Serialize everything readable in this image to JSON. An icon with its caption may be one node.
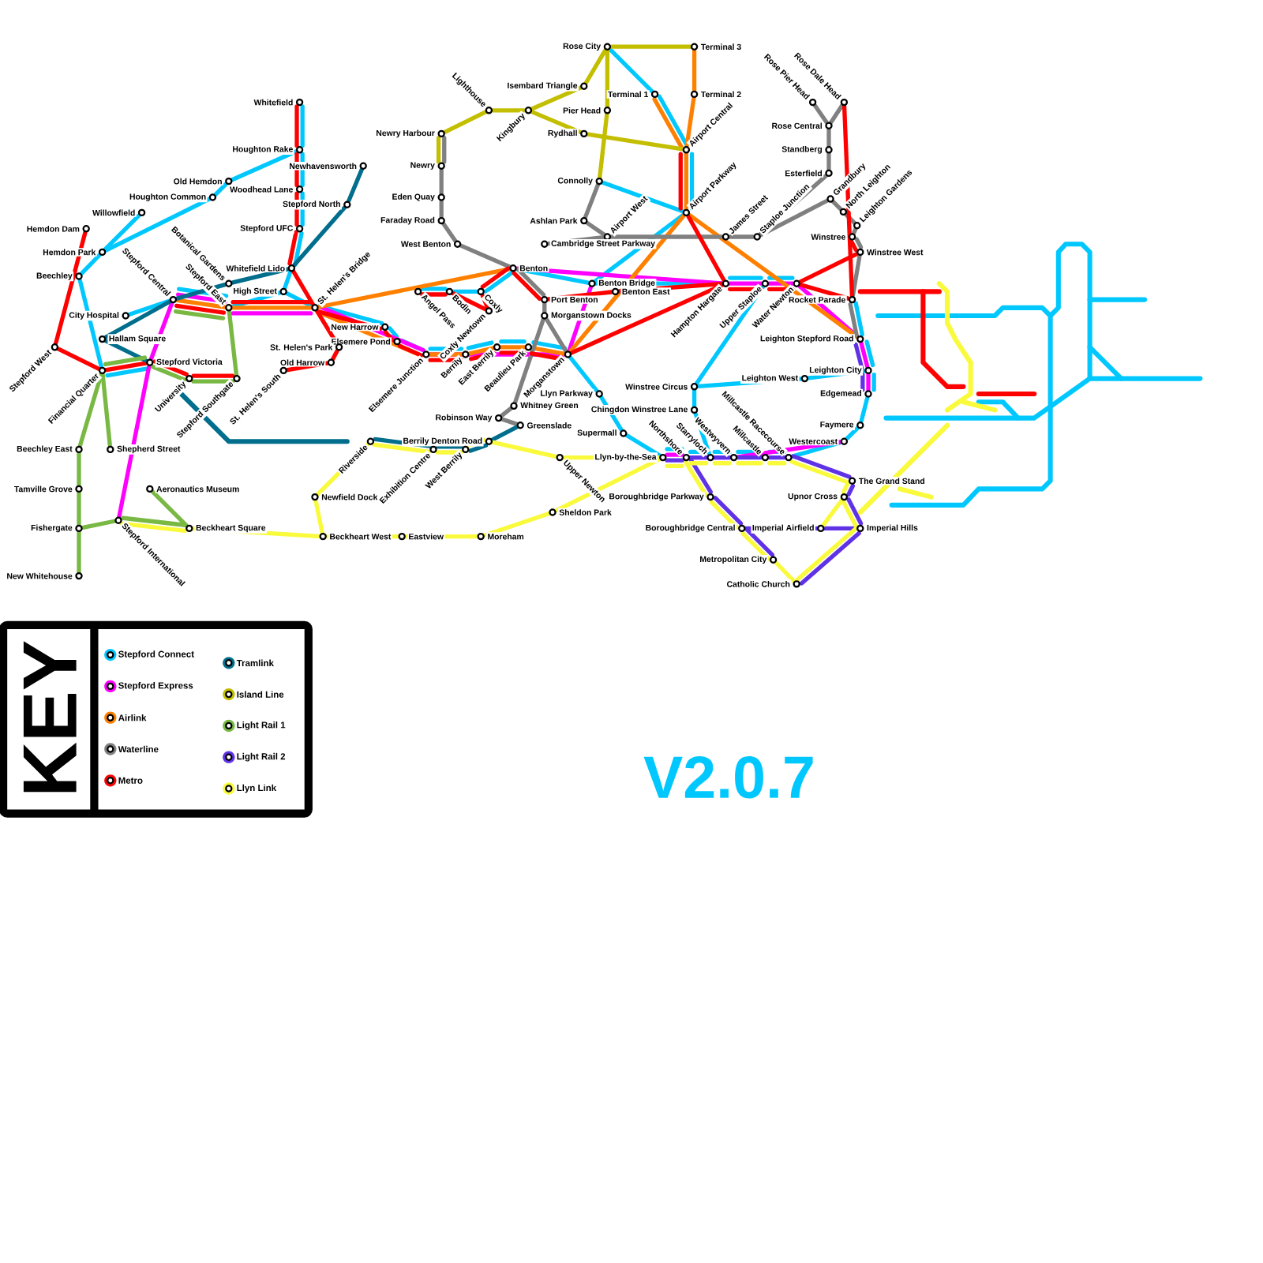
{
  "diagram": {
    "nodes": [
      {
        "text": [
          "Whitefield"
        ]
      },
      {
        "text": [
          "Houghton Rake"
        ]
      },
      {
        "text": [
          "Newhavensworth"
        ]
      },
      {
        "text": [
          "Old Hemdon"
        ]
      },
      {
        "text": [
          "Woodhead Lane"
        ]
      },
      {
        "text": [
          "Houghton Common"
        ]
      },
      {
        "text": [
          "Stepford North"
        ]
      },
      {
        "text": [
          "Willowfield"
        ]
      },
      {
        "text": [
          "Hemdon Dam"
        ]
      },
      {
        "text": [
          "Stepford UFC"
        ]
      },
      {
        "text": [
          "Hemdon Park"
        ]
      },
      {
        "text": [
          "Whitefield Lido"
        ]
      },
      {
        "text": [
          "Beechley"
        ]
      },
      {
        "text": [
          "Botanical Gardens"
        ]
      },
      {
        "text": [
          "High Street"
        ]
      },
      {
        "text": [
          "St. Helen's Bridge"
        ]
      },
      {
        "text": [
          "Stepford Central"
        ]
      },
      {
        "text": [
          "Stepford East"
        ]
      },
      {
        "text": [
          "City Hospital"
        ]
      },
      {
        "text": [
          "Hallam Square"
        ]
      },
      {
        "text": [
          "New Harrow"
        ]
      },
      {
        "text": [
          "Elsemere Pond"
        ]
      },
      {
        "text": [
          "St. Helen's Park"
        ]
      },
      {
        "text": [
          "Stepford Victoria"
        ]
      },
      {
        "text": [
          "Old Harrow"
        ]
      },
      {
        "text": [
          "Stepford West"
        ]
      },
      {
        "text": [
          "Financial Quarter"
        ]
      },
      {
        "text": [
          "University"
        ]
      },
      {
        "text": [
          "Stepford Southgate"
        ]
      },
      {
        "text": [
          "St. Helen's South"
        ]
      },
      {
        "text": [
          "Beechley East"
        ]
      },
      {
        "text": [
          "Shepherd Street"
        ]
      },
      {
        "text": [
          "Tamville Grove"
        ]
      },
      {
        "text": [
          "Aeronautics Museum"
        ]
      },
      {
        "text": [
          "Fishergate"
        ]
      },
      {
        "text": [
          "Stepford International"
        ]
      },
      {
        "text": [
          "Beckheart Square"
        ]
      },
      {
        "text": [
          "New Whitehouse"
        ]
      },
      {
        "text": [
          "Newfield Dock"
        ]
      },
      {
        "text": [
          "Riverside"
        ]
      },
      {
        "text": [
          "Beckheart West"
        ]
      },
      {
        "text": [
          "Eastview"
        ]
      },
      {
        "text": [
          "Moreham"
        ]
      },
      {
        "text": [
          "Newry Harbour"
        ]
      },
      {
        "text": [
          "Newry"
        ]
      },
      {
        "text": [
          "Eden Quay"
        ]
      },
      {
        "text": [
          "Faraday Road"
        ]
      },
      {
        "text": [
          "West Benton"
        ]
      },
      {
        "text": [
          "Lighthouse"
        ]
      },
      {
        "text": [
          "Kingbury"
        ]
      },
      {
        "text": [
          "Isembard Triangle"
        ]
      },
      {
        "text": [
          "Rose City"
        ]
      },
      {
        "text": [
          "Pier Head"
        ]
      },
      {
        "text": [
          "Rydhall"
        ]
      },
      {
        "text": [
          "Connolly"
        ]
      },
      {
        "text": [
          "Terminal 1"
        ]
      },
      {
        "text": [
          "Terminal 3"
        ]
      },
      {
        "text": [
          "Terminal 2"
        ]
      },
      {
        "text": [
          "Airport Central"
        ]
      },
      {
        "text": [
          "Airport Parkway"
        ]
      },
      {
        "text": [
          "Ashlan Park"
        ]
      },
      {
        "text": [
          "Airport West"
        ]
      },
      {
        "text": [
          "Cambridge Street Parkway"
        ]
      },
      {
        "text": [
          "James Street"
        ]
      },
      {
        "text": [
          "Benton"
        ]
      },
      {
        "text": [
          "Angel Pass"
        ]
      },
      {
        "text": [
          "Bodin"
        ]
      },
      {
        "text": [
          "Coxly"
        ]
      },
      {
        "text": [
          "Coxly Newtown"
        ]
      },
      {
        "text": [
          "Port Benton"
        ]
      },
      {
        "text": [
          "Benton Bridge"
        ]
      },
      {
        "text": [
          "Benton East"
        ]
      },
      {
        "text": [
          "Morganstown Docks"
        ]
      },
      {
        "text": [
          "Elsemere Junction"
        ]
      },
      {
        "text": [
          "Berrily"
        ]
      },
      {
        "text": [
          "East Berrily"
        ]
      },
      {
        "text": [
          "Beaulieu Park"
        ]
      },
      {
        "text": [
          "Morganstown"
        ]
      },
      {
        "text": [
          "Hampton Hargate"
        ]
      },
      {
        "text": [
          "Upper Staploe"
        ]
      },
      {
        "text": [
          "Water Newton"
        ]
      },
      {
        "text": [
          "Staploe Junction"
        ]
      },
      {
        "text": [
          "Rose Pier Head"
        ]
      },
      {
        "text": [
          "Rose Dale Head"
        ]
      },
      {
        "text": [
          "Rose Central"
        ]
      },
      {
        "text": [
          "Standberg"
        ]
      },
      {
        "text": [
          "Esterfield"
        ]
      },
      {
        "text": [
          "Grandbury"
        ]
      },
      {
        "text": [
          "North Leighton"
        ]
      },
      {
        "text": [
          "Leighton Gardens"
        ]
      },
      {
        "text": [
          "Winstree"
        ]
      },
      {
        "text": [
          "Winstree West"
        ]
      },
      {
        "text": [
          "Rocket Parade"
        ]
      },
      {
        "text": [
          "Leighton Stepford Road"
        ]
      },
      {
        "text": [
          "Leighton City"
        ]
      },
      {
        "text": [
          "Edgemead"
        ]
      },
      {
        "text": [
          "Faymere"
        ]
      },
      {
        "text": [
          "Westercoast"
        ]
      },
      {
        "text": [
          "Leighton West"
        ]
      },
      {
        "text": [
          "Winstree Circus"
        ]
      },
      {
        "text": [
          "Chingdon Winstree Lane"
        ]
      },
      {
        "text": [
          "Llyn Parkway"
        ]
      },
      {
        "text": [
          "Whitney Green"
        ]
      },
      {
        "text": [
          "Robinson Way"
        ]
      },
      {
        "text": [
          "Greenslade"
        ]
      },
      {
        "text": [
          "Berrily Denton Road"
        ]
      },
      {
        "text": [
          "Exhibition Centre"
        ]
      },
      {
        "text": [
          "West Berrily"
        ]
      },
      {
        "text": [
          "Supermall"
        ]
      },
      {
        "text": [
          "Upper Newton"
        ]
      },
      {
        "text": [
          "Sheldon Park"
        ]
      },
      {
        "text": [
          "Llyn-by-the-Sea"
        ]
      },
      {
        "text": [
          "Northshore"
        ]
      },
      {
        "text": [
          "Starryloch"
        ]
      },
      {
        "text": [
          "Westwyvern"
        ]
      },
      {
        "text": [
          "Millcastle"
        ]
      },
      {
        "text": [
          "Millcastle Racecourse"
        ]
      },
      {
        "text": [
          "The Grand Stand"
        ]
      },
      {
        "text": [
          "Upnor Cross"
        ]
      },
      {
        "text": [
          "Boroughbridge Parkway"
        ]
      },
      {
        "text": [
          "Boroughbridge Central"
        ]
      },
      {
        "text": [
          "Imperial Airfield"
        ]
      },
      {
        "text": [
          "Imperial Hills"
        ]
      },
      {
        "text": [
          "Metropolitan City"
        ]
      },
      {
        "text": [
          "Catholic Church"
        ]
      }
    ],
    "edges": [
      {
        "from": 0,
        "to": 1,
        "arrow": "none",
        "color": "#00c8ff"
      },
      {
        "from": 1,
        "to": 4,
        "arrow": "none",
        "color": "#00c8ff"
      },
      {
        "from": 4,
        "to": 9,
        "arrow": "none",
        "color": "#00c8ff"
      },
      {
        "from": 9,
        "to": 11,
        "arrow": "none",
        "color": "#00c8ff"
      },
      {
        "from": 11,
        "to": 14,
        "arrow": "none",
        "color": "#00c8ff"
      },
      {
        "from": 14,
        "to": 17,
        "arrow": "none",
        "color": "#00c8ff"
      },
      {
        "from": 17,
        "to": 16,
        "arrow": "none",
        "color": "#00c8ff"
      },
      {
        "from": 16,
        "to": 18,
        "arrow": "none",
        "color": "#00c8ff"
      },
      {
        "from": 1,
        "to": 3,
        "arrow": "none",
        "color": "#00c8ff"
      },
      {
        "from": 3,
        "to": 5,
        "arrow": "none",
        "color": "#00c8ff"
      },
      {
        "from": 5,
        "to": 10,
        "arrow": "none",
        "color": "#00c8ff"
      },
      {
        "from": 10,
        "to": 12,
        "arrow": "none",
        "color": "#00c8ff"
      },
      {
        "from": 12,
        "to": 26,
        "arrow": "none",
        "color": "#00c8ff"
      },
      {
        "from": 26,
        "to": 23,
        "arrow": "none",
        "color": "#00c8ff"
      },
      {
        "from": 7,
        "to": 10,
        "arrow": "none",
        "color": "#00c8ff"
      },
      {
        "from": 14,
        "to": 15,
        "arrow": "none",
        "color": "#00c8ff"
      },
      {
        "from": 15,
        "to": 20,
        "arrow": "none",
        "color": "#00c8ff"
      },
      {
        "from": 20,
        "to": 21,
        "arrow": "none",
        "color": "#00c8ff"
      },
      {
        "from": 21,
        "to": 73,
        "arrow": "none",
        "color": "#00c8ff"
      },
      {
        "from": 73,
        "to": 74,
        "arrow": "none",
        "color": "#00c8ff"
      },
      {
        "from": 74,
        "to": 75,
        "arrow": "none",
        "color": "#00c8ff"
      },
      {
        "from": 75,
        "to": 76,
        "arrow": "none",
        "color": "#00c8ff"
      },
      {
        "from": 76,
        "to": 77,
        "arrow": "none",
        "color": "#00c8ff"
      },
      {
        "from": 77,
        "to": 101,
        "arrow": "none",
        "color": "#00c8ff"
      },
      {
        "from": 101,
        "to": 108,
        "arrow": "none",
        "color": "#00c8ff"
      },
      {
        "from": 108,
        "to": 111,
        "arrow": "none",
        "color": "#00c8ff"
      },
      {
        "from": 111,
        "to": 112,
        "arrow": "none",
        "color": "#00c8ff"
      },
      {
        "from": 112,
        "to": 113,
        "arrow": "none",
        "color": "#00c8ff"
      },
      {
        "from": 113,
        "to": 114,
        "arrow": "none",
        "color": "#00c8ff"
      },
      {
        "from": 114,
        "to": 115,
        "arrow": "none",
        "color": "#00c8ff"
      },
      {
        "from": 115,
        "to": 116,
        "arrow": "none",
        "color": "#00c8ff"
      },
      {
        "from": 116,
        "to": 97,
        "arrow": "none",
        "color": "#00c8ff"
      },
      {
        "from": 97,
        "to": 96,
        "arrow": "none",
        "color": "#00c8ff"
      },
      {
        "from": 96,
        "to": 95,
        "arrow": "none",
        "color": "#00c8ff"
      },
      {
        "from": 95,
        "to": 94,
        "arrow": "none",
        "color": "#00c8ff"
      },
      {
        "from": 94,
        "to": 93,
        "arrow": "none",
        "color": "#00c8ff"
      },
      {
        "from": 93,
        "to": 92,
        "arrow": "none",
        "color": "#00c8ff"
      },
      {
        "from": 51,
        "to": 55,
        "arrow": "none",
        "color": "#00c8ff"
      },
      {
        "from": 55,
        "to": 58,
        "arrow": "none",
        "color": "#00c8ff"
      },
      {
        "from": 58,
        "to": 59,
        "arrow": "none",
        "color": "#00c8ff"
      },
      {
        "from": 54,
        "to": 59,
        "arrow": "none",
        "color": "#00c8ff"
      },
      {
        "from": 59,
        "to": 70,
        "arrow": "none",
        "color": "#00c8ff"
      },
      {
        "from": 65,
        "to": 66,
        "arrow": "none",
        "color": "#00c8ff"
      },
      {
        "from": 66,
        "to": 67,
        "arrow": "none",
        "color": "#00c8ff"
      },
      {
        "from": 67,
        "to": 64,
        "arrow": "none",
        "color": "#00c8ff"
      },
      {
        "from": 64,
        "to": 70,
        "arrow": "none",
        "color": "#00c8ff"
      },
      {
        "from": 70,
        "to": 78,
        "arrow": "none",
        "color": "#00c8ff"
      },
      {
        "from": 78,
        "to": 79,
        "arrow": "none",
        "color": "#00c8ff"
      },
      {
        "from": 79,
        "to": 80,
        "arrow": "none",
        "color": "#00c8ff"
      },
      {
        "from": 79,
        "to": 99,
        "arrow": "none",
        "color": "#00c8ff"
      },
      {
        "from": 99,
        "to": 98,
        "arrow": "none",
        "color": "#00c8ff"
      },
      {
        "from": 98,
        "to": 94,
        "arrow": "none",
        "color": "#00c8ff"
      },
      {
        "from": 99,
        "to": 100,
        "arrow": "none",
        "color": "#00c8ff"
      },
      {
        "from": 100,
        "to": 113,
        "arrow": "none",
        "color": "#00c8ff"
      },
      {
        "from": 35,
        "to": 23,
        "arrow": "none",
        "color": "#ff00ff"
      },
      {
        "from": 23,
        "to": 16,
        "arrow": "none",
        "color": "#ff00ff"
      },
      {
        "from": 16,
        "to": 17,
        "arrow": "none",
        "color": "#ff00ff"
      },
      {
        "from": 17,
        "to": 15,
        "arrow": "none",
        "color": "#ff00ff"
      },
      {
        "from": 15,
        "to": 73,
        "arrow": "none",
        "color": "#ff00ff"
      },
      {
        "from": 73,
        "to": 77,
        "arrow": "none",
        "color": "#ff00ff"
      },
      {
        "from": 77,
        "to": 70,
        "arrow": "none",
        "color": "#ff00ff"
      },
      {
        "from": 64,
        "to": 78,
        "arrow": "none",
        "color": "#ff00ff"
      },
      {
        "from": 78,
        "to": 79,
        "arrow": "none",
        "color": "#ff00ff"
      },
      {
        "from": 79,
        "to": 80,
        "arrow": "none",
        "color": "#ff00ff"
      },
      {
        "from": 80,
        "to": 93,
        "arrow": "none",
        "color": "#ff00ff"
      },
      {
        "from": 93,
        "to": 94,
        "arrow": "none",
        "color": "#ff00ff"
      },
      {
        "from": 94,
        "to": 95,
        "arrow": "none",
        "color": "#ff00ff"
      },
      {
        "from": 111,
        "to": 112,
        "arrow": "none",
        "color": "#ff00ff"
      },
      {
        "from": 112,
        "to": 114,
        "arrow": "none",
        "color": "#ff00ff"
      },
      {
        "from": 114,
        "to": 97,
        "arrow": "none",
        "color": "#ff00ff"
      },
      {
        "from": 56,
        "to": 57,
        "arrow": "none",
        "color": "#ff8000"
      },
      {
        "from": 57,
        "to": 58,
        "arrow": "none",
        "color": "#ff8000"
      },
      {
        "from": 55,
        "to": 58,
        "arrow": "none",
        "color": "#ff8000"
      },
      {
        "from": 58,
        "to": 59,
        "arrow": "none",
        "color": "#ff8000"
      },
      {
        "from": 59,
        "to": 77,
        "arrow": "none",
        "color": "#ff8000"
      },
      {
        "from": 77,
        "to": 76,
        "arrow": "none",
        "color": "#ff8000"
      },
      {
        "from": 76,
        "to": 75,
        "arrow": "none",
        "color": "#ff8000"
      },
      {
        "from": 75,
        "to": 74,
        "arrow": "none",
        "color": "#ff8000"
      },
      {
        "from": 74,
        "to": 73,
        "arrow": "none",
        "color": "#ff8000"
      },
      {
        "from": 73,
        "to": 15,
        "arrow": "none",
        "color": "#ff8000"
      },
      {
        "from": 15,
        "to": 17,
        "arrow": "none",
        "color": "#ff8000"
      },
      {
        "from": 17,
        "to": 16,
        "arrow": "none",
        "color": "#ff8000"
      },
      {
        "from": 15,
        "to": 64,
        "arrow": "none",
        "color": "#ff8000"
      },
      {
        "from": 59,
        "to": 93,
        "arrow": "none",
        "color": "#ff8000"
      },
      {
        "from": 43,
        "to": 44,
        "arrow": "none",
        "color": "#808080"
      },
      {
        "from": 44,
        "to": 45,
        "arrow": "none",
        "color": "#808080"
      },
      {
        "from": 45,
        "to": 46,
        "arrow": "none",
        "color": "#808080"
      },
      {
        "from": 46,
        "to": 47,
        "arrow": "none",
        "color": "#808080"
      },
      {
        "from": 47,
        "to": 64,
        "arrow": "none",
        "color": "#808080"
      },
      {
        "from": 64,
        "to": 69,
        "arrow": "none",
        "color": "#808080"
      },
      {
        "from": 69,
        "to": 72,
        "arrow": "none",
        "color": "#808080"
      },
      {
        "from": 72,
        "to": 77,
        "arrow": "none",
        "color": "#808080"
      },
      {
        "from": 72,
        "to": 102,
        "arrow": "none",
        "color": "#808080"
      },
      {
        "from": 102,
        "to": 103,
        "arrow": "none",
        "color": "#808080"
      },
      {
        "from": 103,
        "to": 104,
        "arrow": "none",
        "color": "#808080"
      },
      {
        "from": 62,
        "to": 61,
        "arrow": "none",
        "color": "#808080"
      },
      {
        "from": 54,
        "to": 60,
        "arrow": "none",
        "color": "#808080"
      },
      {
        "from": 60,
        "to": 61,
        "arrow": "none",
        "color": "#808080"
      },
      {
        "from": 61,
        "to": 63,
        "arrow": "none",
        "color": "#808080"
      },
      {
        "from": 63,
        "to": 81,
        "arrow": "none",
        "color": "#808080"
      },
      {
        "from": 81,
        "to": 86,
        "arrow": "none",
        "color": "#808080"
      },
      {
        "from": 86,
        "to": 85,
        "arrow": "none",
        "color": "#808080"
      },
      {
        "from": 85,
        "to": 84,
        "arrow": "none",
        "color": "#808080"
      },
      {
        "from": 84,
        "to": 82,
        "arrow": "none",
        "color": "#808080"
      },
      {
        "from": 84,
        "to": 83,
        "arrow": "none",
        "color": "#808080"
      },
      {
        "from": 81,
        "to": 87,
        "arrow": "none",
        "color": "#808080"
      },
      {
        "from": 87,
        "to": 88,
        "arrow": "none",
        "color": "#808080"
      },
      {
        "from": 88,
        "to": 89,
        "arrow": "none",
        "color": "#808080"
      },
      {
        "from": 89,
        "to": 90,
        "arrow": "none",
        "color": "#808080"
      },
      {
        "from": 90,
        "to": 91,
        "arrow": "none",
        "color": "#808080"
      },
      {
        "from": 91,
        "to": 92,
        "arrow": "none",
        "color": "#808080"
      },
      {
        "from": 92,
        "to": 93,
        "arrow": "none",
        "color": "#808080"
      },
      {
        "from": 0,
        "to": 1,
        "arrow": "none",
        "color": "#ff0000"
      },
      {
        "from": 1,
        "to": 4,
        "arrow": "none",
        "color": "#ff0000"
      },
      {
        "from": 4,
        "to": 9,
        "arrow": "none",
        "color": "#ff0000"
      },
      {
        "from": 9,
        "to": 11,
        "arrow": "none",
        "color": "#ff0000"
      },
      {
        "from": 11,
        "to": 15,
        "arrow": "none",
        "color": "#ff0000"
      },
      {
        "from": 15,
        "to": 20,
        "arrow": "none",
        "color": "#ff0000"
      },
      {
        "from": 20,
        "to": 21,
        "arrow": "none",
        "color": "#ff0000"
      },
      {
        "from": 21,
        "to": 73,
        "arrow": "none",
        "color": "#ff0000"
      },
      {
        "from": 73,
        "to": 74,
        "arrow": "none",
        "color": "#ff0000"
      },
      {
        "from": 74,
        "to": 75,
        "arrow": "none",
        "color": "#ff0000"
      },
      {
        "from": 75,
        "to": 76,
        "arrow": "none",
        "color": "#ff0000"
      },
      {
        "from": 76,
        "to": 77,
        "arrow": "none",
        "color": "#ff0000"
      },
      {
        "from": 77,
        "to": 78,
        "arrow": "none",
        "color": "#ff0000"
      },
      {
        "from": 16,
        "to": 17,
        "arrow": "none",
        "color": "#ff0000"
      },
      {
        "from": 17,
        "to": 15,
        "arrow": "none",
        "color": "#ff0000"
      },
      {
        "from": 65,
        "to": 66,
        "arrow": "none",
        "color": "#ff0000"
      },
      {
        "from": 66,
        "to": 68,
        "arrow": "none",
        "color": "#ff0000"
      },
      {
        "from": 68,
        "to": 67,
        "arrow": "none",
        "color": "#ff0000"
      },
      {
        "from": 67,
        "to": 64,
        "arrow": "none",
        "color": "#ff0000"
      },
      {
        "from": 64,
        "to": 69,
        "arrow": "none",
        "color": "#ff0000"
      },
      {
        "from": 69,
        "to": 71,
        "arrow": "none",
        "color": "#ff0000"
      },
      {
        "from": 71,
        "to": 78,
        "arrow": "none",
        "color": "#ff0000"
      },
      {
        "from": 58,
        "to": 59,
        "arrow": "none",
        "color": "#ff0000"
      },
      {
        "from": 59,
        "to": 78,
        "arrow": "none",
        "color": "#ff0000"
      },
      {
        "from": 78,
        "to": 79,
        "arrow": "none",
        "color": "#ff0000"
      },
      {
        "from": 79,
        "to": 80,
        "arrow": "none",
        "color": "#ff0000"
      },
      {
        "from": 80,
        "to": 92,
        "arrow": "none",
        "color": "#ff0000"
      },
      {
        "from": 80,
        "to": 91,
        "arrow": "none",
        "color": "#ff0000"
      },
      {
        "from": 91,
        "to": 90,
        "arrow": "none",
        "color": "#ff0000"
      },
      {
        "from": 83,
        "to": 92,
        "arrow": "none",
        "color": "#ff0000"
      },
      {
        "from": 8,
        "to": 25,
        "arrow": "none",
        "color": "#ff0000"
      },
      {
        "from": 25,
        "to": 26,
        "arrow": "none",
        "color": "#ff0000"
      },
      {
        "from": 26,
        "to": 23,
        "arrow": "none",
        "color": "#ff0000"
      },
      {
        "from": 23,
        "to": 27,
        "arrow": "none",
        "color": "#ff0000"
      },
      {
        "from": 27,
        "to": 28,
        "arrow": "none",
        "color": "#ff0000"
      },
      {
        "from": 29,
        "to": 24,
        "arrow": "none",
        "color": "#ff0000"
      },
      {
        "from": 24,
        "to": 22,
        "arrow": "none",
        "color": "#ff0000"
      },
      {
        "from": 22,
        "to": 15,
        "arrow": "none",
        "color": "#ff0000"
      },
      {
        "from": 2,
        "to": 6,
        "arrow": "none",
        "color": "#006e8c"
      },
      {
        "from": 6,
        "to": 11,
        "arrow": "none",
        "color": "#006e8c"
      },
      {
        "from": 11,
        "to": 13,
        "arrow": "none",
        "color": "#006e8c"
      },
      {
        "from": 13,
        "to": 16,
        "arrow": "none",
        "color": "#006e8c"
      },
      {
        "from": 16,
        "to": 19,
        "arrow": "none",
        "color": "#006e8c"
      },
      {
        "from": 19,
        "to": 23,
        "arrow": "none",
        "color": "#006e8c"
      },
      {
        "from": 39,
        "to": 106,
        "arrow": "none",
        "color": "#006e8c"
      },
      {
        "from": 106,
        "to": 107,
        "arrow": "none",
        "color": "#006e8c"
      },
      {
        "from": 107,
        "to": 105,
        "arrow": "none",
        "color": "#006e8c"
      },
      {
        "from": 105,
        "to": 104,
        "arrow": "none",
        "color": "#006e8c"
      },
      {
        "from": 44,
        "to": 43,
        "arrow": "none",
        "color": "#c3be00"
      },
      {
        "from": 43,
        "to": 48,
        "arrow": "none",
        "color": "#c3be00"
      },
      {
        "from": 48,
        "to": 49,
        "arrow": "none",
        "color": "#c3be00"
      },
      {
        "from": 49,
        "to": 50,
        "arrow": "none",
        "color": "#c3be00"
      },
      {
        "from": 50,
        "to": 51,
        "arrow": "none",
        "color": "#c3be00"
      },
      {
        "from": 51,
        "to": 56,
        "arrow": "none",
        "color": "#c3be00"
      },
      {
        "from": 49,
        "to": 53,
        "arrow": "none",
        "color": "#c3be00"
      },
      {
        "from": 53,
        "to": 58,
        "arrow": "none",
        "color": "#c3be00"
      },
      {
        "from": 51,
        "to": 52,
        "arrow": "none",
        "color": "#c3be00"
      },
      {
        "from": 52,
        "to": 54,
        "arrow": "none",
        "color": "#c3be00"
      },
      {
        "from": 26,
        "to": 30,
        "arrow": "none",
        "color": "#78b843"
      },
      {
        "from": 30,
        "to": 32,
        "arrow": "none",
        "color": "#78b843"
      },
      {
        "from": 32,
        "to": 34,
        "arrow": "none",
        "color": "#78b843"
      },
      {
        "from": 34,
        "to": 37,
        "arrow": "none",
        "color": "#78b843"
      },
      {
        "from": 26,
        "to": 31,
        "arrow": "none",
        "color": "#78b843"
      },
      {
        "from": 34,
        "to": 35,
        "arrow": "none",
        "color": "#78b843"
      },
      {
        "from": 35,
        "to": 36,
        "arrow": "none",
        "color": "#78b843"
      },
      {
        "from": 33,
        "to": 36,
        "arrow": "none",
        "color": "#78b843"
      },
      {
        "from": 26,
        "to": 23,
        "arrow": "none",
        "color": "#78b843"
      },
      {
        "from": 23,
        "to": 27,
        "arrow": "none",
        "color": "#78b843"
      },
      {
        "from": 27,
        "to": 28,
        "arrow": "none",
        "color": "#78b843"
      },
      {
        "from": 28,
        "to": 17,
        "arrow": "none",
        "color": "#78b843"
      },
      {
        "from": 17,
        "to": 16,
        "arrow": "none",
        "color": "#78b843"
      },
      {
        "from": 93,
        "to": 94,
        "arrow": "none",
        "color": "#6032e6"
      },
      {
        "from": 94,
        "to": 95,
        "arrow": "none",
        "color": "#6032e6"
      },
      {
        "from": 111,
        "to": 112,
        "arrow": "none",
        "color": "#6032e6"
      },
      {
        "from": 112,
        "to": 113,
        "arrow": "none",
        "color": "#6032e6"
      },
      {
        "from": 113,
        "to": 114,
        "arrow": "none",
        "color": "#6032e6"
      },
      {
        "from": 114,
        "to": 115,
        "arrow": "none",
        "color": "#6032e6"
      },
      {
        "from": 115,
        "to": 116,
        "arrow": "none",
        "color": "#6032e6"
      },
      {
        "from": 116,
        "to": 117,
        "arrow": "none",
        "color": "#6032e6"
      },
      {
        "from": 117,
        "to": 118,
        "arrow": "none",
        "color": "#6032e6"
      },
      {
        "from": 118,
        "to": 122,
        "arrow": "none",
        "color": "#6032e6"
      },
      {
        "from": 112,
        "to": 119,
        "arrow": "none",
        "color": "#6032e6"
      },
      {
        "from": 119,
        "to": 120,
        "arrow": "none",
        "color": "#6032e6"
      },
      {
        "from": 120,
        "to": 123,
        "arrow": "none",
        "color": "#6032e6"
      },
      {
        "from": 120,
        "to": 121,
        "arrow": "none",
        "color": "#6032e6"
      },
      {
        "from": 121,
        "to": 122,
        "arrow": "none",
        "color": "#6032e6"
      },
      {
        "from": 124,
        "to": 122,
        "arrow": "none",
        "color": "#6032e6"
      },
      {
        "from": 35,
        "to": 36,
        "arrow": "none",
        "color": "#fafa3c"
      },
      {
        "from": 36,
        "to": 40,
        "arrow": "none",
        "color": "#fafa3c"
      },
      {
        "from": 40,
        "to": 41,
        "arrow": "none",
        "color": "#fafa3c"
      },
      {
        "from": 41,
        "to": 42,
        "arrow": "none",
        "color": "#fafa3c"
      },
      {
        "from": 42,
        "to": 110,
        "arrow": "none",
        "color": "#fafa3c"
      },
      {
        "from": 110,
        "to": 111,
        "arrow": "none",
        "color": "#fafa3c"
      },
      {
        "from": 111,
        "to": 112,
        "arrow": "none",
        "color": "#fafa3c"
      },
      {
        "from": 112,
        "to": 113,
        "arrow": "none",
        "color": "#fafa3c"
      },
      {
        "from": 113,
        "to": 114,
        "arrow": "none",
        "color": "#fafa3c"
      },
      {
        "from": 114,
        "to": 115,
        "arrow": "none",
        "color": "#fafa3c"
      },
      {
        "from": 115,
        "to": 116,
        "arrow": "none",
        "color": "#fafa3c"
      },
      {
        "from": 116,
        "to": 117,
        "arrow": "none",
        "color": "#fafa3c"
      },
      {
        "from": 117,
        "to": 118,
        "arrow": "none",
        "color": "#fafa3c"
      },
      {
        "from": 40,
        "to": 38,
        "arrow": "none",
        "color": "#fafa3c"
      },
      {
        "from": 38,
        "to": 39,
        "arrow": "none",
        "color": "#fafa3c"
      },
      {
        "from": 39,
        "to": 106,
        "arrow": "none",
        "color": "#fafa3c"
      },
      {
        "from": 106,
        "to": 107,
        "arrow": "none",
        "color": "#fafa3c"
      },
      {
        "from": 107,
        "to": 105,
        "arrow": "none",
        "color": "#fafa3c"
      },
      {
        "from": 105,
        "to": 109,
        "arrow": "none",
        "color": "#fafa3c"
      },
      {
        "from": 109,
        "to": 111,
        "arrow": "none",
        "color": "#fafa3c"
      },
      {
        "from": 112,
        "to": 119,
        "arrow": "none",
        "color": "#fafa3c"
      },
      {
        "from": 119,
        "to": 120,
        "arrow": "none",
        "color": "#fafa3c"
      },
      {
        "from": 120,
        "to": 123,
        "arrow": "none",
        "color": "#fafa3c"
      },
      {
        "from": 123,
        "to": 124,
        "arrow": "none",
        "color": "#fafa3c"
      },
      {
        "from": 124,
        "to": 122,
        "arrow": "none",
        "color": "#fafa3c"
      },
      {
        "from": 122,
        "to": 118,
        "arrow": "none",
        "color": "#fafa3c"
      },
      {
        "from": 121,
        "to": 118,
        "arrow": "none",
        "color": "#fafa3c"
      }
    ],
    "labels": [
      "KEY",
      "V2.0.7"
    ],
    "legend": [
      {
        "text": "Stepford Connect",
        "color": "#00c8ff"
      },
      {
        "text": "Stepford Express",
        "color": "#ff00ff"
      },
      {
        "text": "Airlink",
        "color": "#ff8000"
      },
      {
        "text": "Waterline",
        "color": "#808080"
      },
      {
        "text": "Metro",
        "color": "#ff0000"
      },
      {
        "text": "Tramlink",
        "color": "#006e8c"
      },
      {
        "text": "Island Line",
        "color": "#c3be00"
      },
      {
        "text": "Light Rail 1",
        "color": "#78b843"
      },
      {
        "text": "Light Rail 2",
        "color": "#6032e6"
      },
      {
        "text": "Llyn Link",
        "color": "#fafa3c"
      }
    ]
  }
}
